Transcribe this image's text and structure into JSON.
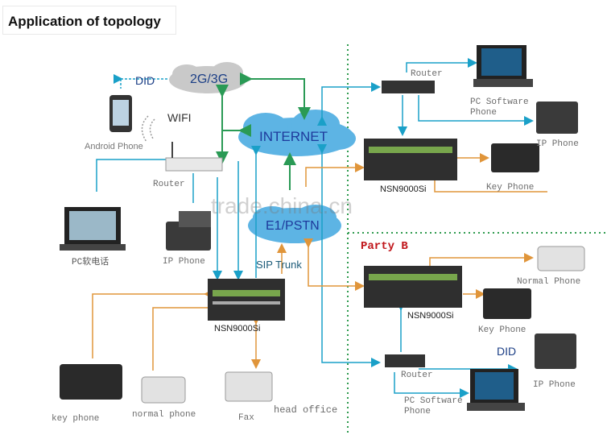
{
  "title": "Application of topology",
  "clouds": {
    "mobile": "2G/3G",
    "internet": "INTERNET",
    "pstn": "E1/PSTN"
  },
  "labels": {
    "did_top": "DID",
    "wifi": "WIFI",
    "android_phone": "Android Phone",
    "router_left": "Router",
    "pc_phone": "PC软电话",
    "ip_phone_left": "IP Phone",
    "sip_trunk": "SIP Trunk",
    "nsn_left": "NSN9000Si",
    "key_phone_left": "key phone",
    "normal_phone_left": "normal phone",
    "fax": "Fax",
    "head_office": "head office",
    "router_top_right": "Router",
    "pc_software_phone_top": "PC Software Phone",
    "ip_phone_top_right": "IP Phone",
    "nsn_top_right": "NSN9000Si",
    "key_phone_top_right": "Key Phone",
    "party_b": "Party B",
    "normal_phone_right": "Normal Phone",
    "nsn_bottom_right": "NSN9000Si",
    "key_phone_bottom_right": "Key Phone",
    "did_bottom": "DID",
    "router_bottom_right": "Router",
    "pc_software_phone_bottom": "PC Software Phone",
    "ip_phone_bottom_right": "IP Phone",
    "watermark": "trade.china.cn"
  },
  "colors": {
    "blue_link": "#1aa0c8",
    "green_link": "#2a9a55",
    "orange_link": "#e0953a",
    "divider": "#2f9b4f"
  }
}
